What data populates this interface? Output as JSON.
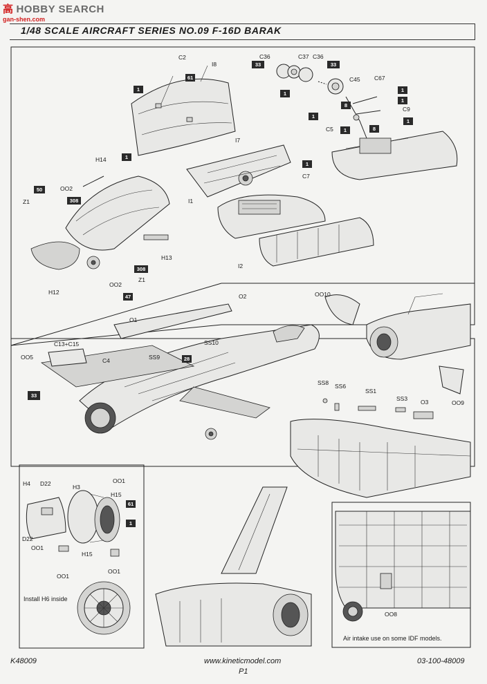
{
  "header": {
    "logo_cn": "高",
    "logo_text": "HOBBY SEARCH",
    "logo_sub": "gan-shen.com",
    "title": "1/48 SCALE AIRCRAFT SERIES NO.09 F-16D BARAK"
  },
  "labels": {
    "c2": "C2",
    "i8": "I8",
    "i7": "I7",
    "c36a": "C36",
    "c37": "C37",
    "c36b": "C36",
    "c45": "C45",
    "c67": "C67",
    "c9": "C9",
    "c5": "C5",
    "c7": "C7",
    "h14": "H14",
    "oo2a": "OO2",
    "z1a": "Z1",
    "i1": "I1",
    "h13": "H13",
    "h12": "H12",
    "oo2b": "OO2",
    "z1b": "Z1",
    "i2": "I2",
    "oo10": "OO10",
    "o2": "O2",
    "o1": "O1",
    "c13c15": "C13+C15",
    "oo5": "OO5",
    "c4": "C4",
    "ss9": "SS9",
    "ss10": "SS10",
    "oo9": "OO9",
    "ss8": "SS8",
    "ss6": "SS6",
    "ss1": "SS1",
    "ss3": "SS3",
    "o3": "O3",
    "h4": "H4",
    "d22a": "D22",
    "h3": "H3",
    "oo1a": "OO1",
    "h15a": "H15",
    "d22b": "D22",
    "oo1b": "OO1",
    "h15b": "H15",
    "oo1c": "OO1",
    "oo1d": "OO1",
    "oo8": "OO8"
  },
  "paint_codes": {
    "b61a": "61",
    "b1a": "1",
    "b1b": "1",
    "b33a": "33",
    "b1c": "1",
    "b33b": "33",
    "b8a": "8",
    "b1d": "1",
    "b1e": "1",
    "b1f": "1",
    "b1g": "1",
    "b8b": "8",
    "b1h": "1",
    "b1i": "1",
    "b50": "50",
    "b308a": "308",
    "b308b": "308",
    "b47": "47",
    "b28": "28",
    "b33c": "33",
    "b61b": "61",
    "b1j": "1"
  },
  "notes": {
    "install": "Install H6 inside",
    "intake": "Air intake use on some IDF models."
  },
  "footer": {
    "code_left": "K48009",
    "website": "www.kineticmodel.com",
    "page": "P1",
    "code_right": "03-100-48009"
  }
}
